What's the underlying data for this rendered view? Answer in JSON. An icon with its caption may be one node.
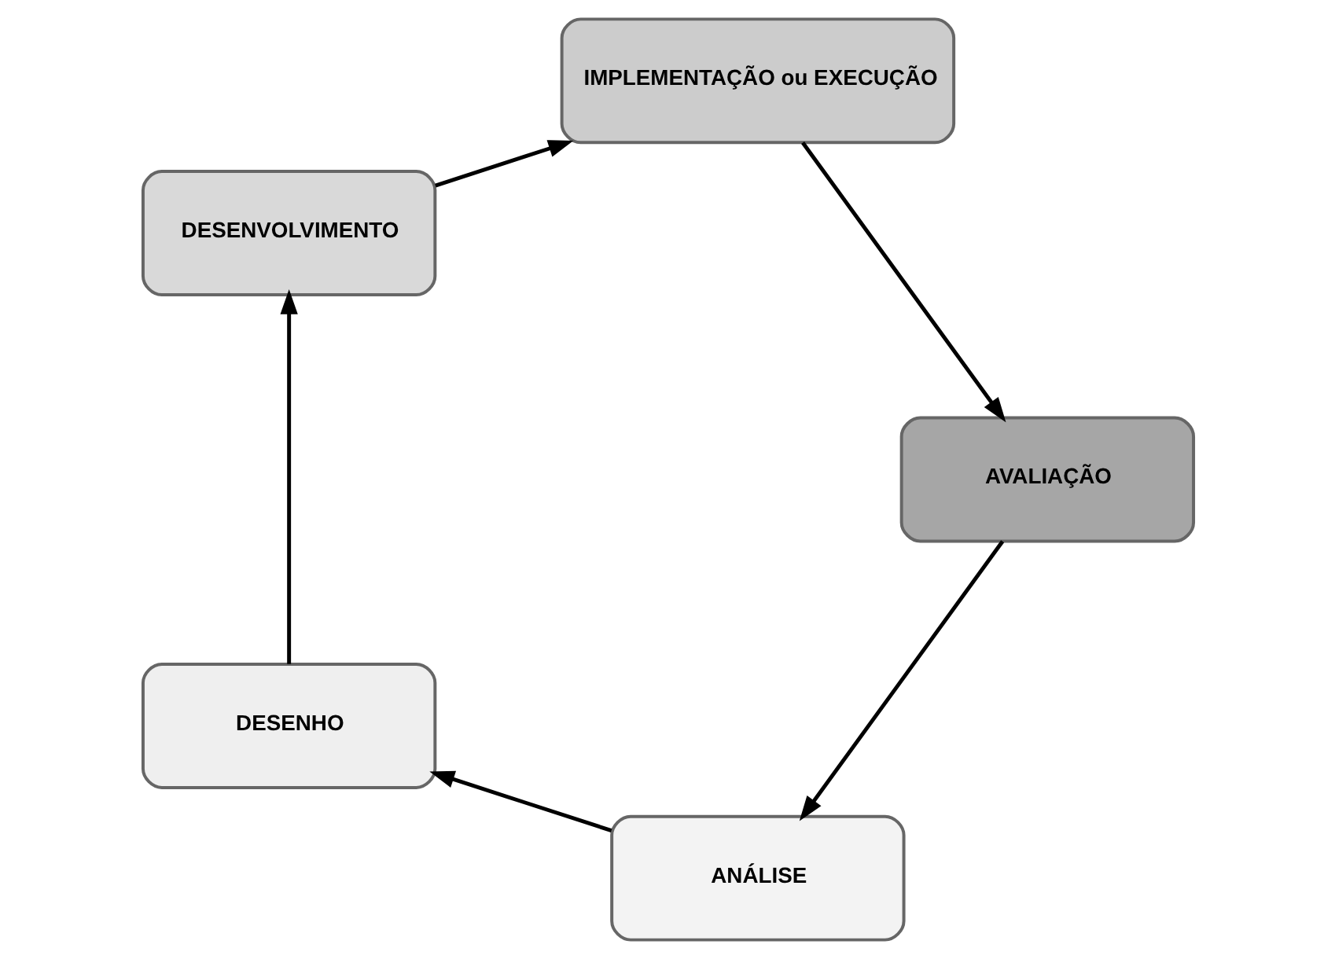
{
  "diagram": {
    "nodes": [
      {
        "text": [
          "ANÁLISE"
        ]
      },
      {
        "text": [
          "DESENHO"
        ]
      },
      {
        "text": [
          "DESENVOLVIMENTO"
        ]
      },
      {
        "text": [
          "IMPLEMENTAÇÃO ou EXECUÇÃO"
        ]
      },
      {
        "text": [
          "AVALIAÇÃO"
        ]
      }
    ],
    "edges": [
      {
        "from": 0,
        "to": 1,
        "arrow": "to"
      },
      {
        "from": 1,
        "to": 2,
        "arrow": "to"
      },
      {
        "from": 2,
        "to": 3,
        "arrow": "to"
      },
      {
        "from": 3,
        "to": 4,
        "arrow": "to"
      },
      {
        "from": 4,
        "to": 0,
        "arrow": "to"
      }
    ]
  }
}
